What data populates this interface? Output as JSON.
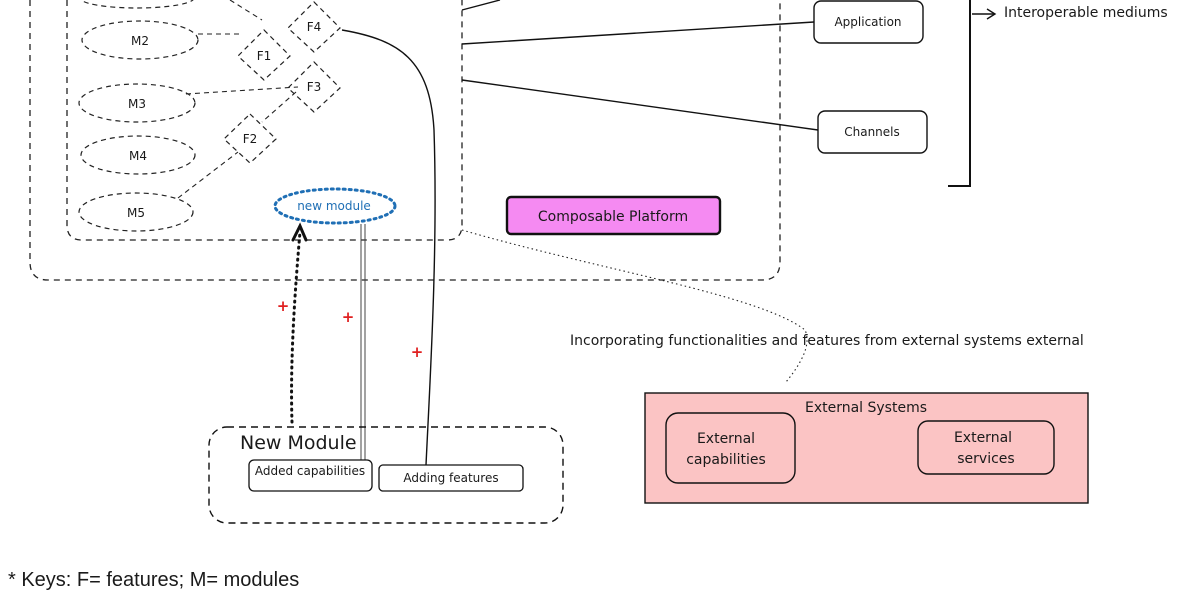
{
  "modules": {
    "m2": "M2",
    "m3": "M3",
    "m4": "M4",
    "m5": "M5"
  },
  "features": {
    "f1": "F1",
    "f2": "F2",
    "f3": "F3",
    "f4": "F4"
  },
  "new_module_bubble": "new module",
  "platform_label": "Composable Platform",
  "outputs": {
    "application": "Application",
    "channels": "Channels",
    "interoperable": "Interoperable mediums"
  },
  "incorporating_note": "Incorporating functionalities and features from external systems external",
  "new_module_box": {
    "title": "New Module",
    "added_capabilities": "Added capabilities",
    "adding_features": "Adding features"
  },
  "external_systems": {
    "title": "External Systems",
    "capabilities_line1": "External",
    "capabilities_line2": "capabilities",
    "services_line1": "External",
    "services_line2": "services"
  },
  "plus_marks": [
    "+",
    "+",
    "+"
  ],
  "keys_note": "* Keys: F= features; M= modules",
  "colors": {
    "platform_fill": "#f58af2",
    "external_fill": "#fbc4c4",
    "new_module_blue": "#1f6fb5",
    "plus_red": "#e02020"
  }
}
